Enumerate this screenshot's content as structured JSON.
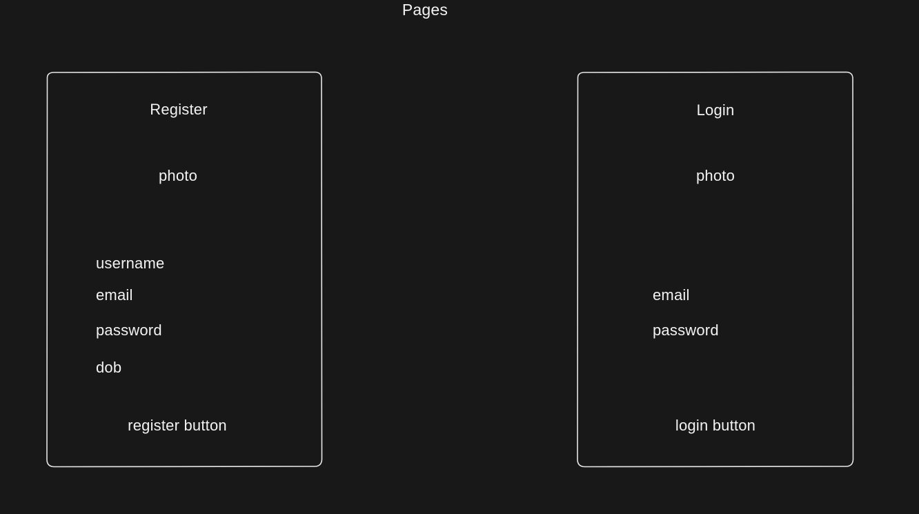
{
  "title": "Pages",
  "register": {
    "heading": "Register",
    "photo": "photo",
    "fields": [
      "username",
      "email",
      "password",
      "dob"
    ],
    "button": "register button"
  },
  "login": {
    "heading": "Login",
    "photo": "photo",
    "fields": [
      "email",
      "password"
    ],
    "button": "login button"
  },
  "colors": {
    "background": "#181818",
    "stroke": "#e6e6e6",
    "text": "#f2f2f2"
  }
}
